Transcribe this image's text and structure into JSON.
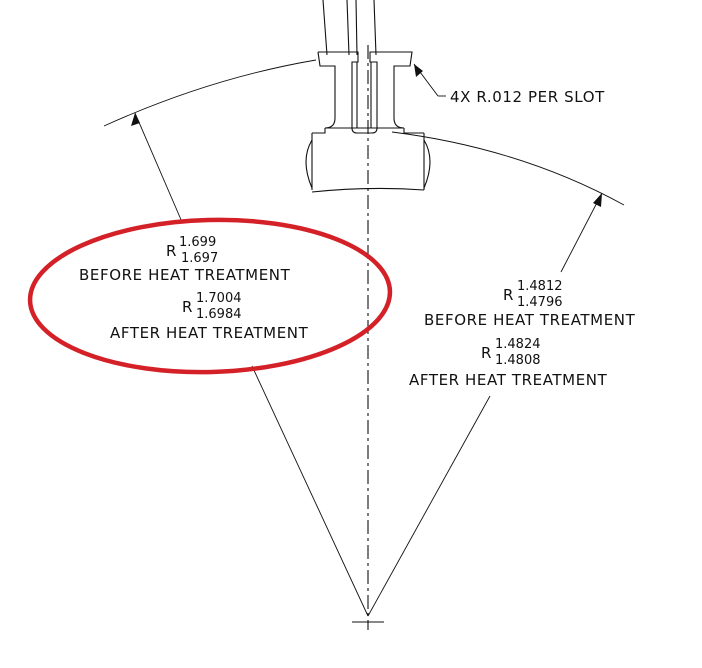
{
  "slot_note": {
    "text": "4X R.012 PER SLOT"
  },
  "left_radius": {
    "r_symbol": "R",
    "before": {
      "upper": "1.699",
      "lower": "1.697",
      "label": "BEFORE HEAT TREATMENT"
    },
    "after": {
      "upper": "1.7004",
      "lower": "1.6984",
      "label": "AFTER HEAT TREATMENT"
    }
  },
  "right_radius": {
    "r_symbol": "R",
    "before": {
      "upper": "1.4812",
      "lower": "1.4796",
      "label": "BEFORE HEAT TREATMENT"
    },
    "after": {
      "upper": "1.4824",
      "lower": "1.4808",
      "label": "AFTER HEAT TREATMENT"
    }
  },
  "colors": {
    "highlight_ellipse": "#d42027",
    "line": "#111111"
  }
}
